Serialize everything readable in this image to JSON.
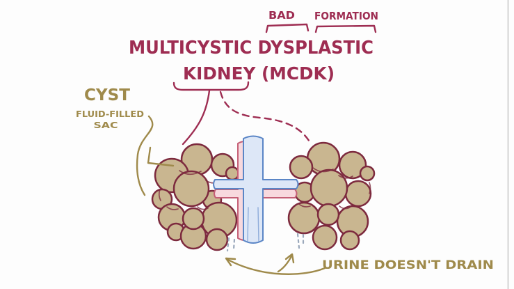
{
  "labels": {
    "bad": "BAD",
    "formation": "FORMATION"
  },
  "title": {
    "line1": "MULTICYSTIC DYSPLASTIC",
    "line2": "KIDNEY (MCDK)"
  },
  "cyst": {
    "name": "CYST",
    "description_line1": "FLUID-FILLED",
    "description_line2": "SAC"
  },
  "urine_note": {
    "text": "URINE DOESN'T DRAIN"
  },
  "colors": {
    "background": "#fdfdfd",
    "text_maroon": "#9e2d52",
    "outline_maroon": "#7d2a3e",
    "kidney_fill": "#c9b690",
    "gold": "#9f8a4b",
    "vein_fill": "#dde7f7",
    "vein_stroke": "#5b86c6",
    "artery_fill": "#f8d9de",
    "artery_stroke": "#c55f76",
    "drip_gray": "#9aa8bb",
    "frame_edge": "#c9c9c9"
  }
}
